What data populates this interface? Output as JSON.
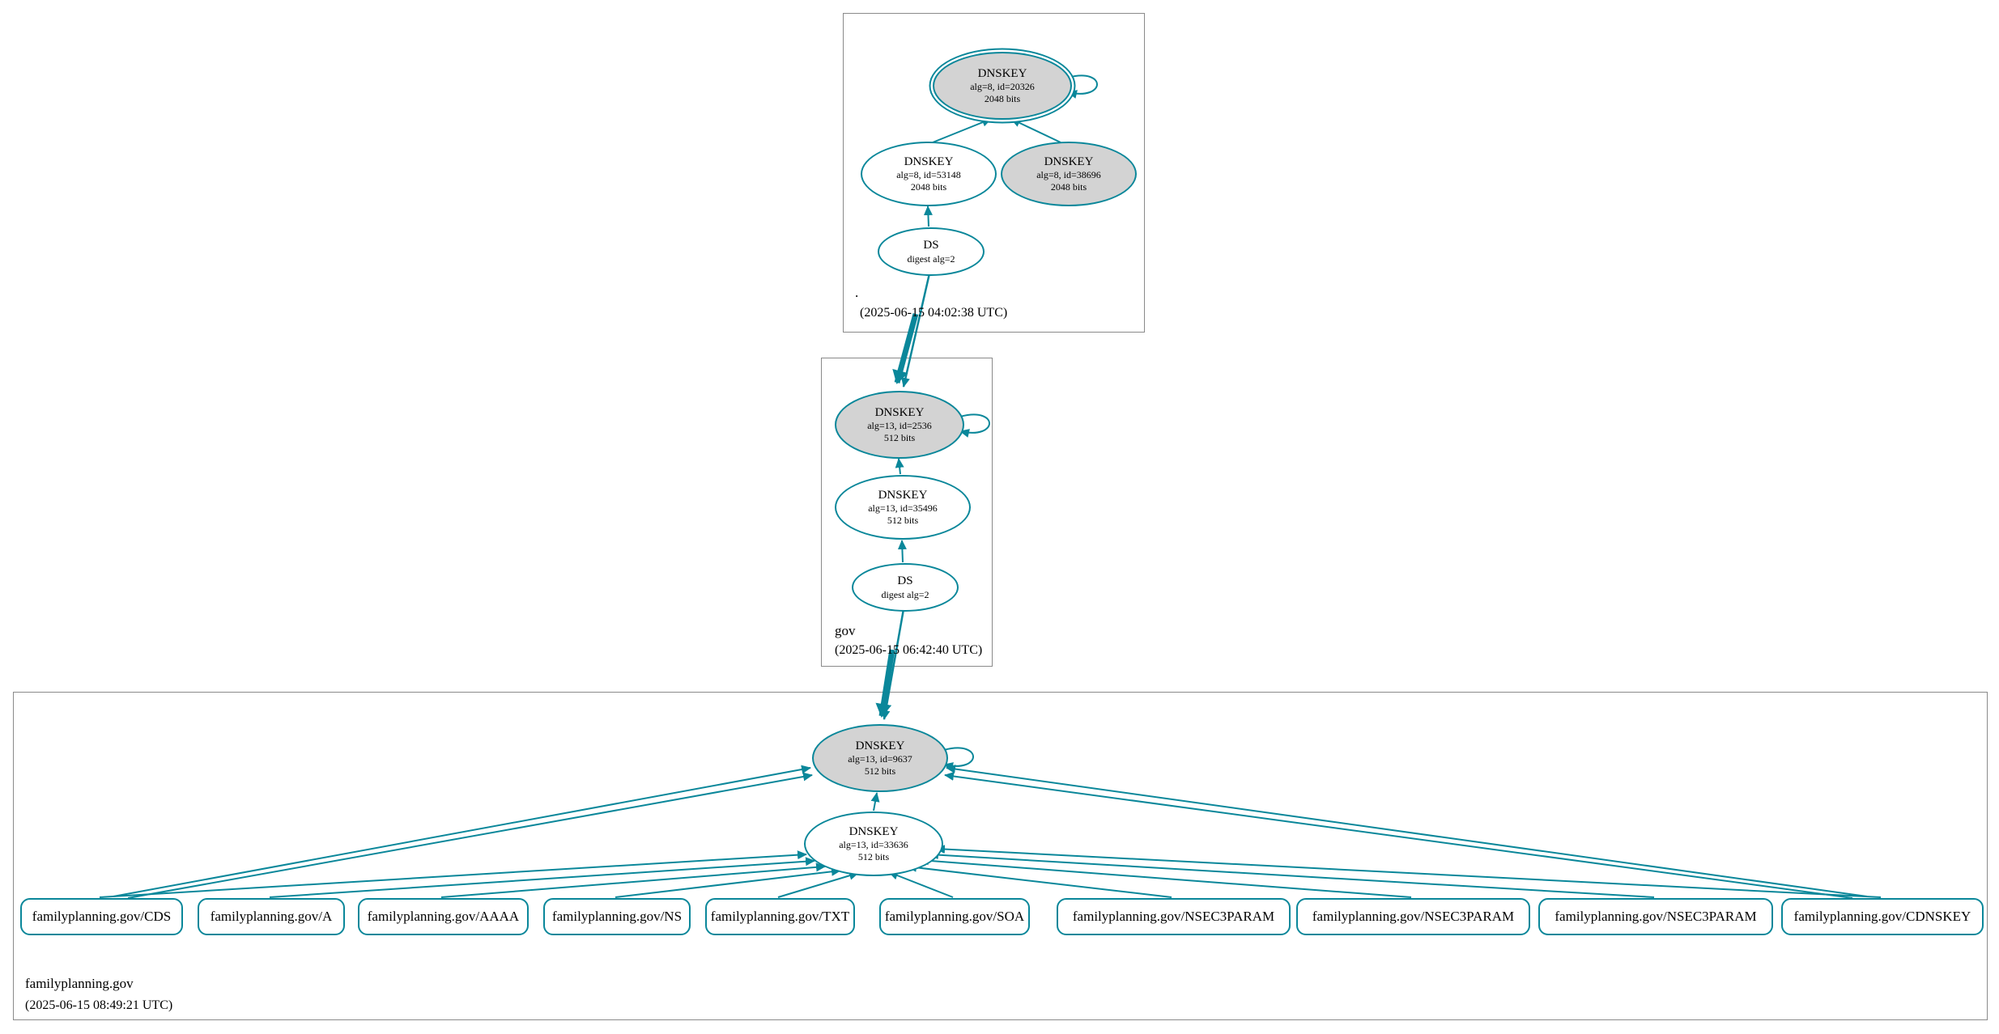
{
  "colors": {
    "secure_edge": "#0a879a",
    "ksk_fill": "#d3d3d3",
    "zone_border": "#8a8a8a"
  },
  "zones": {
    "root": {
      "label": ".",
      "timestamp": "(2025-06-15 04:02:38 UTC)",
      "ksk": {
        "type": "DNSKEY",
        "meta": "alg=8, id=20326",
        "bits": "2048 bits"
      },
      "zsk": {
        "type": "DNSKEY",
        "meta": "alg=8, id=53148",
        "bits": "2048 bits"
      },
      "key2": {
        "type": "DNSKEY",
        "meta": "alg=8, id=38696",
        "bits": "2048 bits"
      },
      "ds": {
        "type": "DS",
        "meta": "digest alg=2"
      }
    },
    "gov": {
      "label": "gov",
      "timestamp": "(2025-06-15 06:42:40 UTC)",
      "ksk": {
        "type": "DNSKEY",
        "meta": "alg=13, id=2536",
        "bits": "512 bits"
      },
      "zsk": {
        "type": "DNSKEY",
        "meta": "alg=13, id=35496",
        "bits": "512 bits"
      },
      "ds": {
        "type": "DS",
        "meta": "digest alg=2"
      }
    },
    "fp": {
      "label": "familyplanning.gov",
      "timestamp": "(2025-06-15 08:49:21 UTC)",
      "ksk": {
        "type": "DNSKEY",
        "meta": "alg=13, id=9637",
        "bits": "512 bits"
      },
      "zsk": {
        "type": "DNSKEY",
        "meta": "alg=13, id=33636",
        "bits": "512 bits"
      },
      "rrsets": [
        "familyplanning.gov/CDS",
        "familyplanning.gov/A",
        "familyplanning.gov/AAAA",
        "familyplanning.gov/NS",
        "familyplanning.gov/TXT",
        "familyplanning.gov/SOA",
        "familyplanning.gov/NSEC3PARAM",
        "familyplanning.gov/NSEC3PARAM",
        "familyplanning.gov/NSEC3PARAM",
        "familyplanning.gov/CDNSKEY"
      ]
    }
  }
}
